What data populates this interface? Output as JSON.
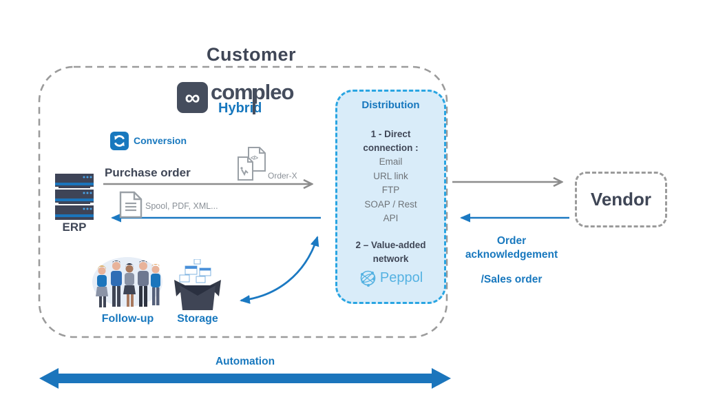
{
  "title": "Customer",
  "logo": {
    "word": "compleo",
    "sub": "Hybrid",
    "mark": "∞"
  },
  "conversion": {
    "label": "Conversion"
  },
  "flows": {
    "purchase_order": "Purchase order",
    "order_x": "Order-X",
    "order_x_code": "</>",
    "spool": "Spool, PDF, XML...",
    "order_ack_line1": "Order",
    "order_ack_line2": "acknowledgement",
    "sales_order": "/Sales order"
  },
  "erp": {
    "label": "ERP"
  },
  "follow_up": {
    "label": "Follow-up"
  },
  "storage": {
    "label": "Storage"
  },
  "distribution": {
    "title": "Distribution",
    "section1_line1": "1 - Direct",
    "section1_line2": "connection :",
    "options": [
      "Email",
      "URL link",
      "FTP",
      "SOAP / Rest",
      "API"
    ],
    "section2_line1": "2 – Value-added",
    "section2_line2": "network",
    "network_provider": "Peppol"
  },
  "vendor": {
    "label": "Vendor"
  },
  "automation": {
    "label": "Automation"
  },
  "colors": {
    "dark": "#3f4656",
    "blue": "#1878be",
    "cyan_dashed": "#29a5e2",
    "light_blue_fill": "#d9ecf9",
    "peppol_blue": "#55b2e2",
    "gray_border": "#9b9b9b",
    "gray_arrow": "#8c8c8c"
  }
}
